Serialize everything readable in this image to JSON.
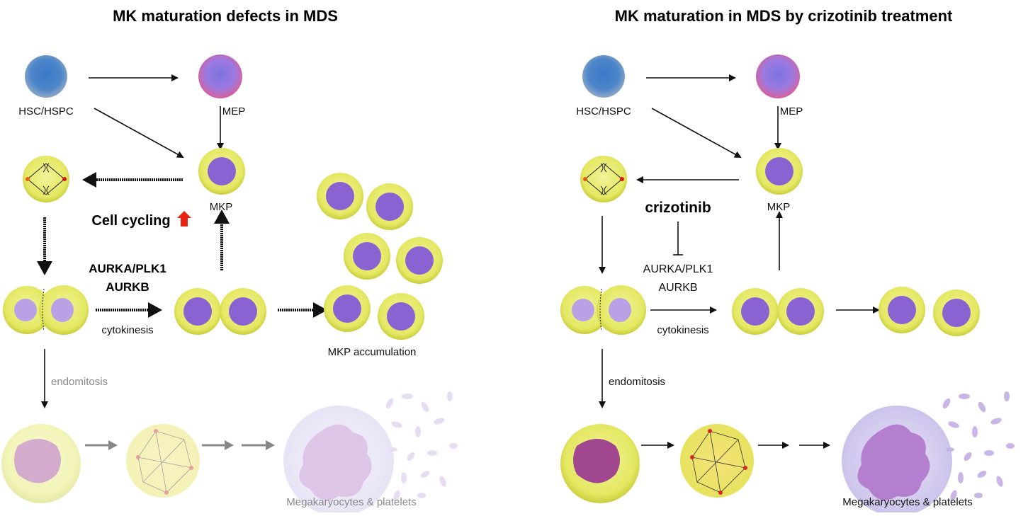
{
  "left_panel": {
    "title": "MK maturation defects in MDS",
    "hsc_label": "HSC/HSPC",
    "mep_label": "MEP",
    "mkp_label": "MKP",
    "cell_cycling_label": "Cell cycling",
    "gene_label_1": "AURKA/PLK1",
    "gene_label_2": "AURKB",
    "cytokinesis_label": "cytokinesis",
    "accumulation_label": "MKP accumulation",
    "endomitosis_label": "endomitosis",
    "mk_label": "Megakaryocytes & platelets"
  },
  "right_panel": {
    "title": "MK maturation in MDS by crizotinib treatment",
    "hsc_label": "HSC/HSPC",
    "mep_label": "MEP",
    "mkp_label": "MKP",
    "drug_label": "crizotinib",
    "gene_label_1": "AURKA/PLK1",
    "gene_label_2": "AURKB",
    "cytokinesis_label": "cytokinesis",
    "endomitosis_label": "endomitosis",
    "mk_label": "Megakaryocytes & platelets"
  },
  "colors": {
    "cell_yellow": "#e6ea6a",
    "nucleus_purple": "#8a63d2",
    "up_arrow_red": "#e8230f",
    "hsc_blue": "#4f86c6",
    "mep_pink": "#d25aa0"
  }
}
